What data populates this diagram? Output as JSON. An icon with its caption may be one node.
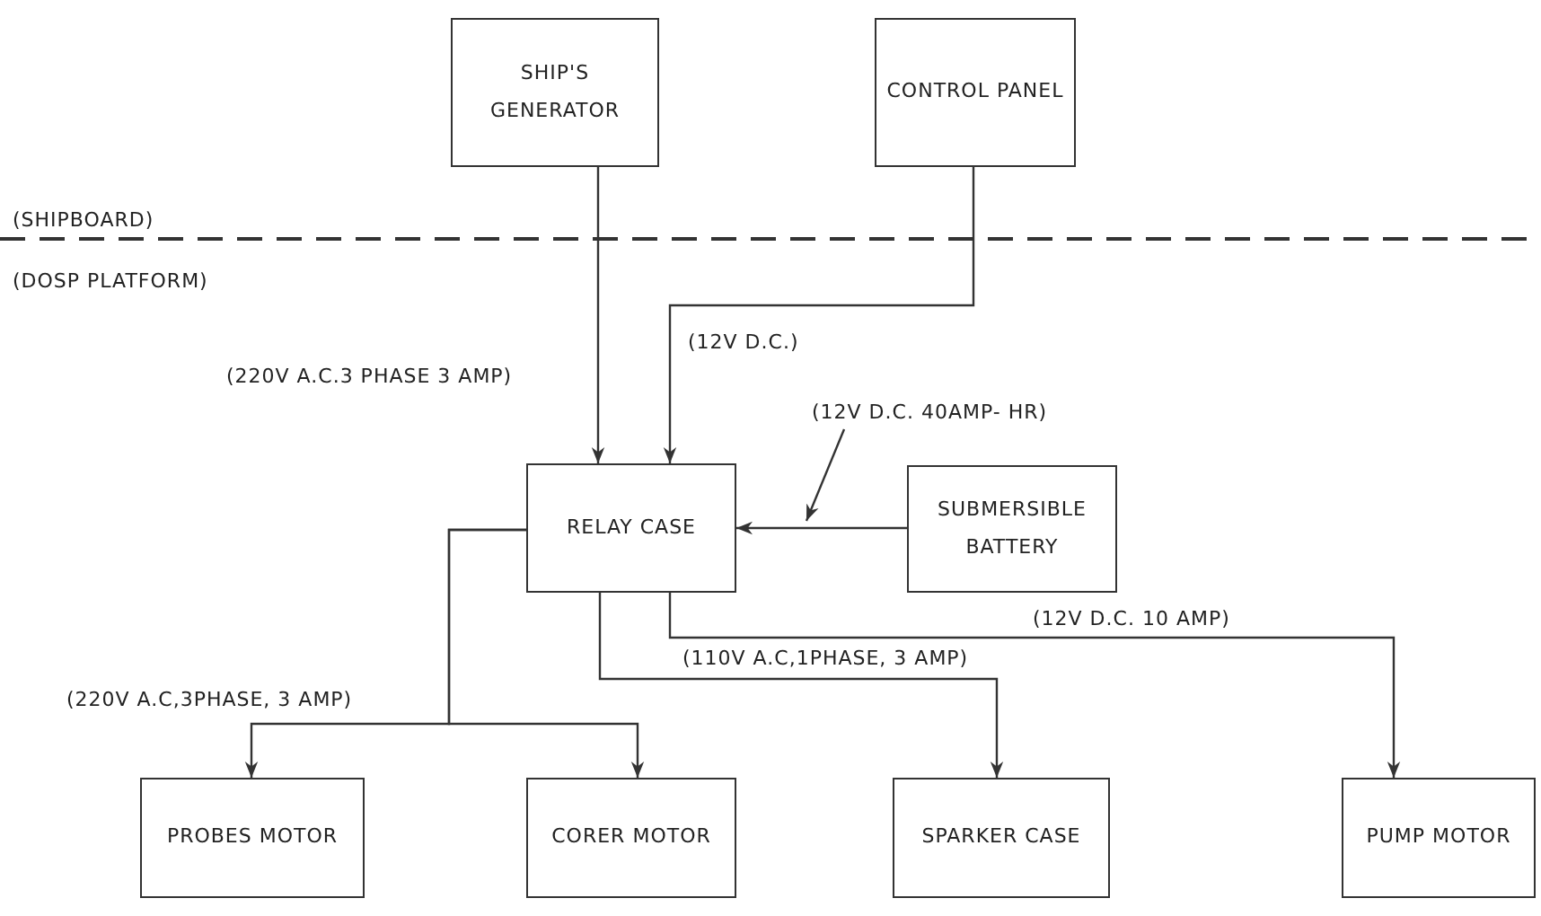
{
  "diagram": {
    "nodes": [
      {
        "text": [
          "SHIP'S GENERATOR"
        ]
      },
      {
        "text": [
          "CONTROL PANEL"
        ]
      },
      {
        "text": [
          "RELAY CASE"
        ]
      },
      {
        "text": [
          "SUBMERSIBLE BATTERY"
        ]
      },
      {
        "text": [
          "(12V D.C. 40AMP- HR)"
        ]
      },
      {
        "text": [
          "PROBES MOTOR"
        ]
      },
      {
        "text": [
          "CORER MOTOR"
        ]
      },
      {
        "text": [
          "SPARKER CASE"
        ]
      },
      {
        "text": [
          "PUMP MOTOR"
        ]
      }
    ],
    "edges": [
      {
        "from": 0,
        "to": 2,
        "arrow": "to",
        "label": "(220V A.C.3 PHASE 3 AMP)"
      },
      {
        "from": 1,
        "to": 2,
        "arrow": "to",
        "label": "(12V D.C.)"
      },
      {
        "from": 3,
        "to": 2,
        "arrow": "to"
      },
      {
        "from": 4,
        "to": null,
        "arrow": "to"
      },
      {
        "from": 2,
        "to": 5,
        "arrow": "to",
        "label": "(220V A.C,3PHASE, 3 AMP)"
      },
      {
        "from": 2,
        "to": 6,
        "arrow": "to"
      },
      {
        "from": 2,
        "to": 7,
        "arrow": "to",
        "label": "(110V A.C,1PHASE, 3 AMP)"
      },
      {
        "from": 2,
        "to": 8,
        "arrow": "to",
        "label": "(12V D.C. 10 AMP)"
      }
    ],
    "labels": [
      "(SHIPBOARD)",
      "(DOSP PLATFORM)"
    ]
  }
}
